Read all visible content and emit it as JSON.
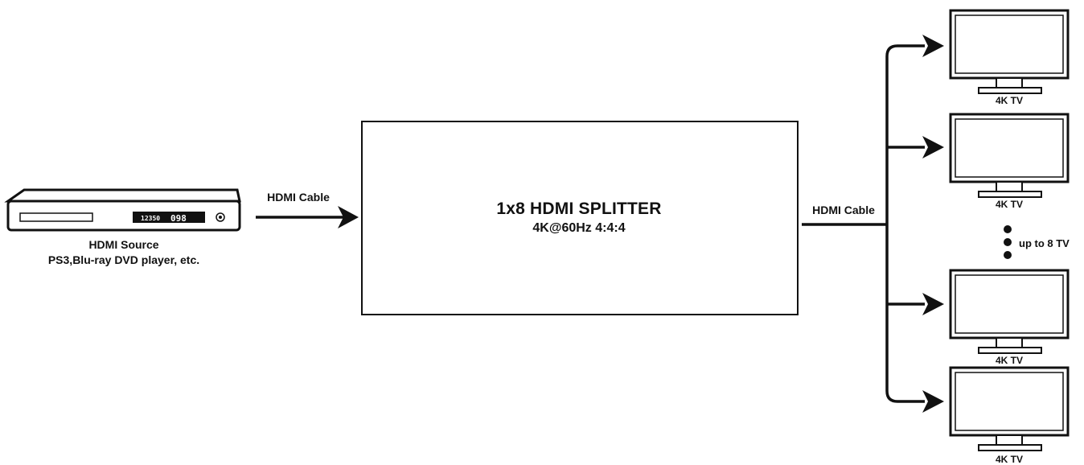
{
  "source": {
    "title": "HDMI Source",
    "subtitle": "PS3,Blu-ray DVD player, etc.",
    "display_left": "12350",
    "display_right": "098"
  },
  "cables": {
    "input_label": "HDMI Cable",
    "output_label": "HDMI Cable"
  },
  "splitter": {
    "title": "1x8 HDMI SPLITTER",
    "subtitle": "4K@60Hz 4:4:4"
  },
  "outputs": {
    "tv_labels": [
      "4K TV",
      "4K TV",
      "4K TV",
      "4K TV"
    ],
    "more_label": "up to 8 TV"
  },
  "colors": {
    "line": "#111111",
    "background": "#ffffff"
  }
}
